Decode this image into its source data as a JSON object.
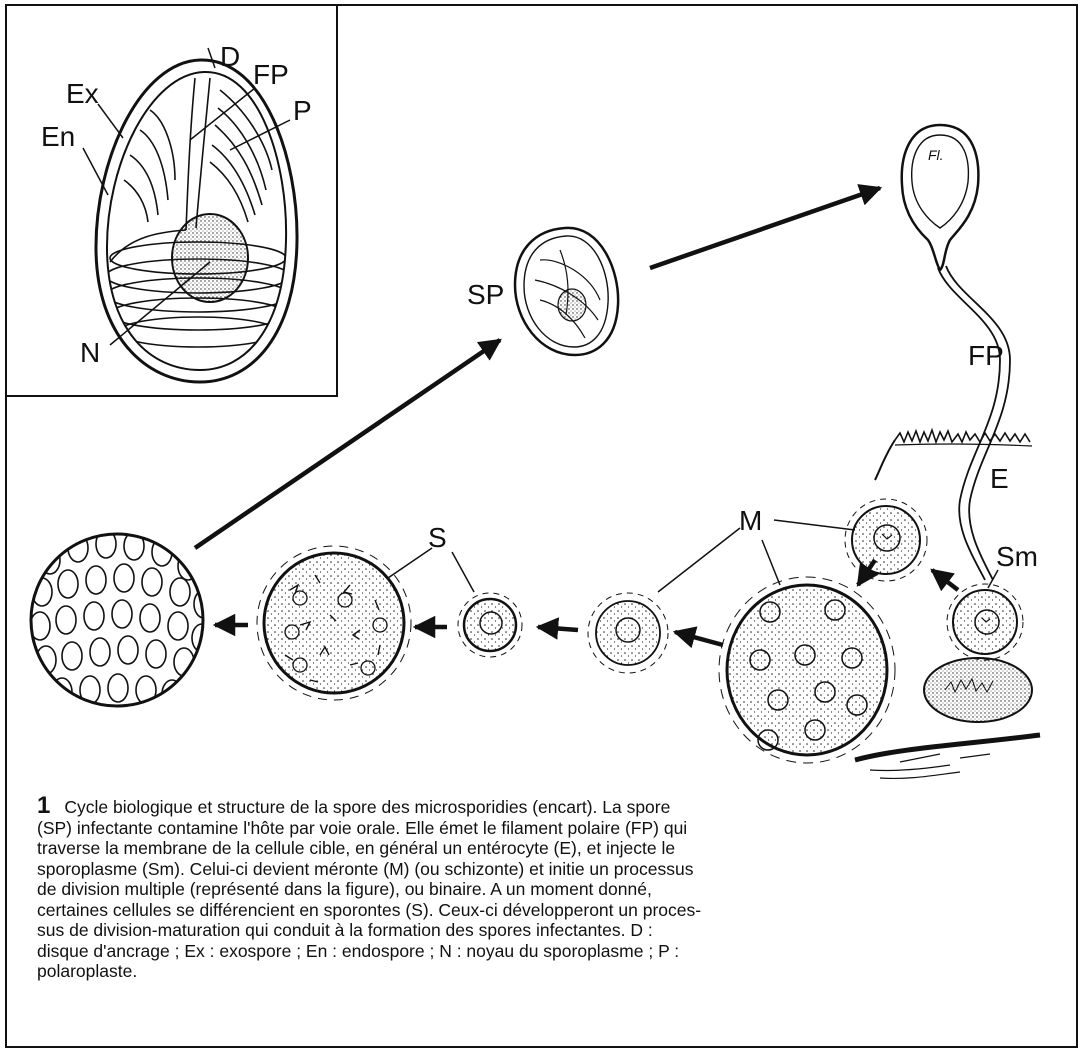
{
  "labels": {
    "d": "D",
    "ex": "Ex",
    "fp_inset": "FP",
    "p": "P",
    "en": "En",
    "n": "N",
    "sp": "SP",
    "fp": "FP",
    "e": "E",
    "m": "M",
    "sm": "Sm",
    "s": "S",
    "nucleus_mark": "Fl."
  },
  "caption": {
    "number": "1",
    "lines": [
      "Cycle biologique et structure de la spore des microsporidies (encart). La spore",
      "(SP) infectante contamine l'hôte par voie orale. Elle émet le filament polaire (FP) qui",
      "traverse la membrane de la cellule cible, en général un entérocyte (E), et injecte le",
      "sporoplasme (Sm). Celui-ci devient méronte (M) (ou schizonte) et initie un processus",
      "de division multiple (représenté dans la figure), ou binaire. A un moment donné,",
      "certaines cellules se différencient en sporontes (S). Ceux-ci développeront un proces-",
      "sus de division-maturation qui conduit à la formation des spores infectantes. D :",
      "disque d'ancrage ; Ex : exospore ; En : endospore ; N : noyau du sporoplasme ; P :",
      "polaroplaste."
    ]
  }
}
